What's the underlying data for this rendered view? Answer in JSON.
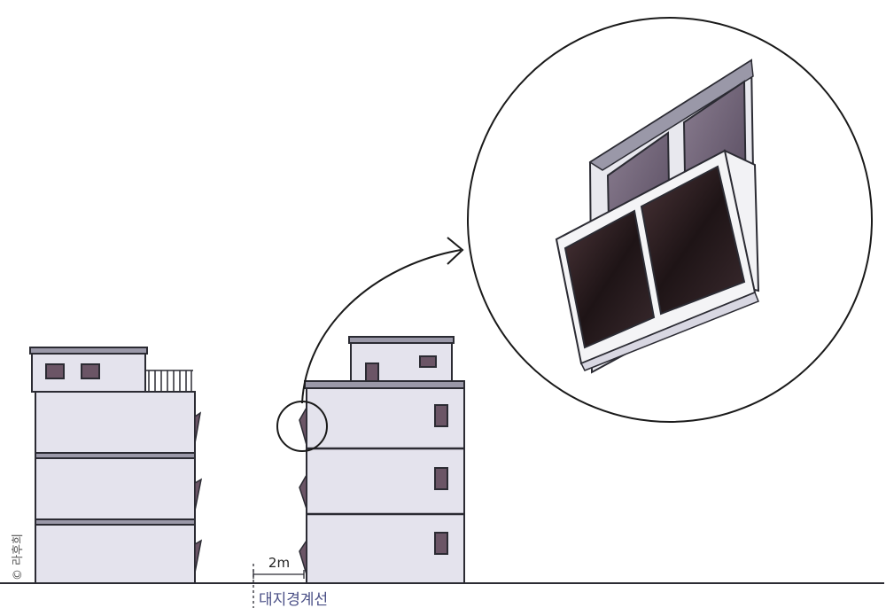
{
  "labels": {
    "gap_distance": "2m",
    "boundary_line": "대지경계선",
    "credit": "© 라후희"
  },
  "colors": {
    "wall": "#e4e3ed",
    "wall_shade": "#cfcddd",
    "roof": "#9a98a8",
    "outline": "#2b2b33",
    "window": "#6b5566",
    "glass_dark": "#2a1c20",
    "glass_mid": "#6e6277",
    "frame": "#f4f4f6",
    "boundary_text": "#4a4f86"
  },
  "icons": {
    "callout_arrow": "curved-arrow-icon",
    "magnifier": "zoom-circle-icon"
  }
}
